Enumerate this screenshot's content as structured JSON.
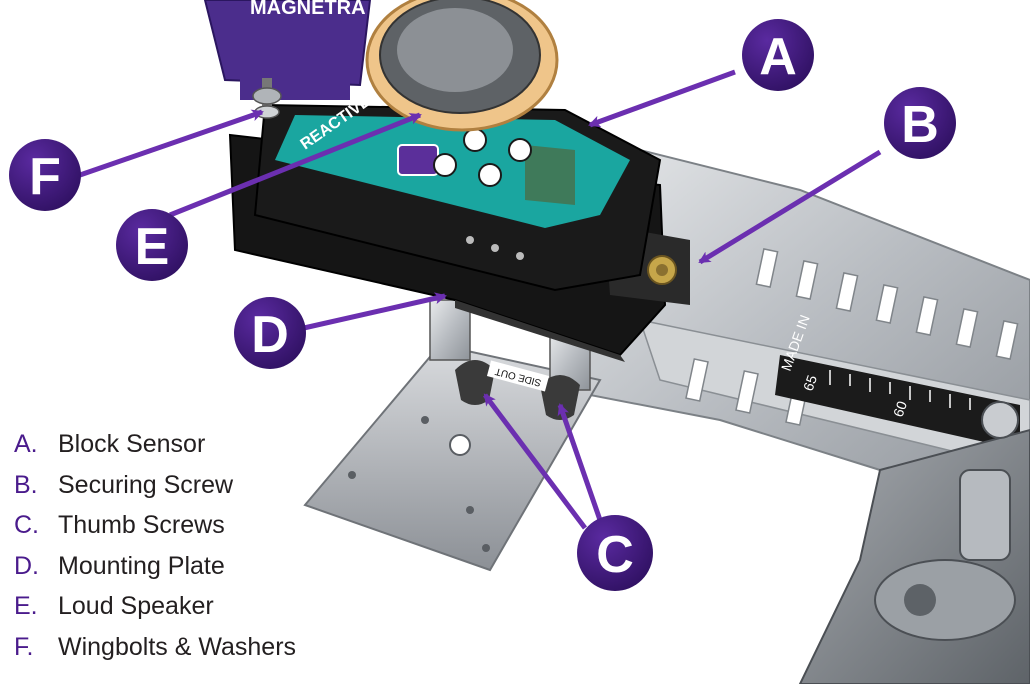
{
  "photo": {
    "device_brand_text": "REACTIVE",
    "cylinder_text": "MAGNETRA",
    "ruler_text": "MADE IN",
    "ruler_numbers": [
      "65",
      "60"
    ],
    "side_text": "SIDE OUT"
  },
  "callouts": [
    {
      "id": "A",
      "letter": "A"
    },
    {
      "id": "B",
      "letter": "B"
    },
    {
      "id": "C",
      "letter": "C"
    },
    {
      "id": "D",
      "letter": "D"
    },
    {
      "id": "E",
      "letter": "E"
    },
    {
      "id": "F",
      "letter": "F"
    }
  ],
  "legend": [
    {
      "letter": "A.",
      "label": "Block Sensor"
    },
    {
      "letter": "B.",
      "label": "Securing Screw"
    },
    {
      "letter": "C.",
      "label": "Thumb Screws"
    },
    {
      "letter": "D.",
      "label": "Mounting Plate"
    },
    {
      "letter": "E.",
      "label": "Loud Speaker"
    },
    {
      "letter": "F.",
      "label": "Wingbolts & Washers"
    }
  ],
  "colors": {
    "callout_fill": "#3d1a78",
    "arrow": "#6b2fb0",
    "legend_letter": "#4a1b8c",
    "legend_text": "#231f20",
    "device_screen": "#1aa6a0",
    "mount_black": "#151515",
    "metal": "#c9ccd0"
  }
}
